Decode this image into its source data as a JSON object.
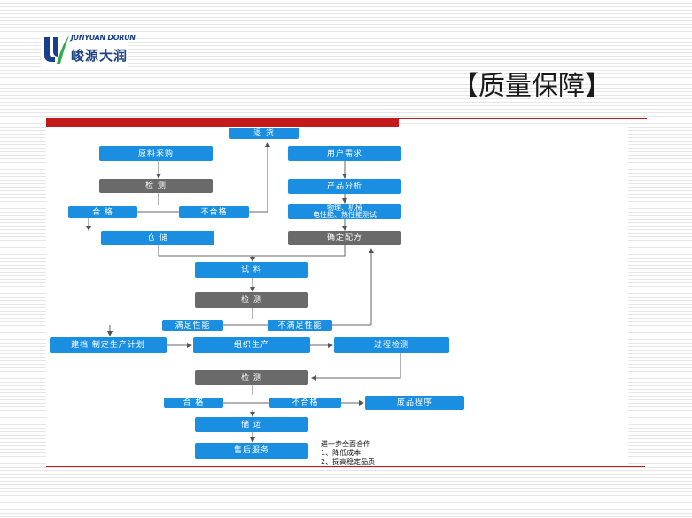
{
  "header": {
    "logo_en": "JUNYUAN DORUN",
    "logo_cn": "峻源大润",
    "title": "【质量保障】"
  },
  "flowchart": {
    "nodes": {
      "return": "退  货",
      "raw_purchase": "原料采购",
      "inspect1": "检    测",
      "qualified1": "合  格",
      "unqualified1": "不合格",
      "storage": "仓    储",
      "user_demand": "用户需求",
      "product_analysis": "产品分析",
      "physical_test_line1": "物理、机械",
      "physical_test_line2": "电性能、热性能测试",
      "determine_formula": "确定配方",
      "trial": "试    料",
      "inspect2": "检    测",
      "meets_perf": "满足性能",
      "not_meets_perf": "不满足性能",
      "plan": "建档  制定生产计划",
      "organize_production": "组织生产",
      "process_inspect": "过程检测",
      "inspect3": "检    测",
      "qualified2": "合  格",
      "unqualified2": "不合格",
      "waste_procedure": "废品程序",
      "storage_transport": "储  运",
      "after_sales": "售后服务"
    },
    "note": {
      "line1": "进一步全面合作",
      "line2": "1、降低成本",
      "line3": "2、提高稳定品质"
    }
  }
}
